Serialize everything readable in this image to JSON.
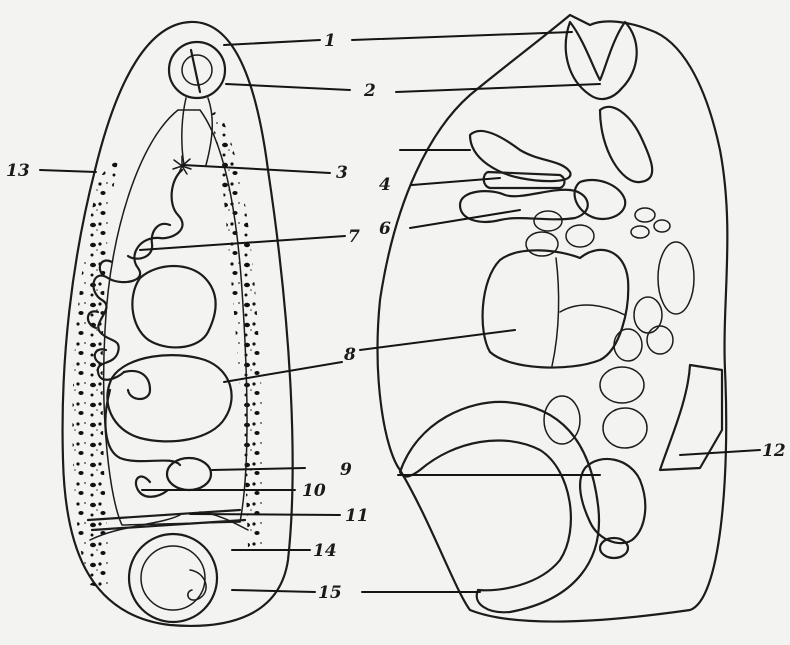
{
  "labels": [
    "1",
    "2",
    "3",
    "4",
    "6",
    "7",
    "8",
    "9",
    "10",
    "11",
    "12",
    "13",
    "14",
    "15"
  ],
  "colors": {
    "paper": "#f3f3f1",
    "ink": "#1c1c1c"
  }
}
